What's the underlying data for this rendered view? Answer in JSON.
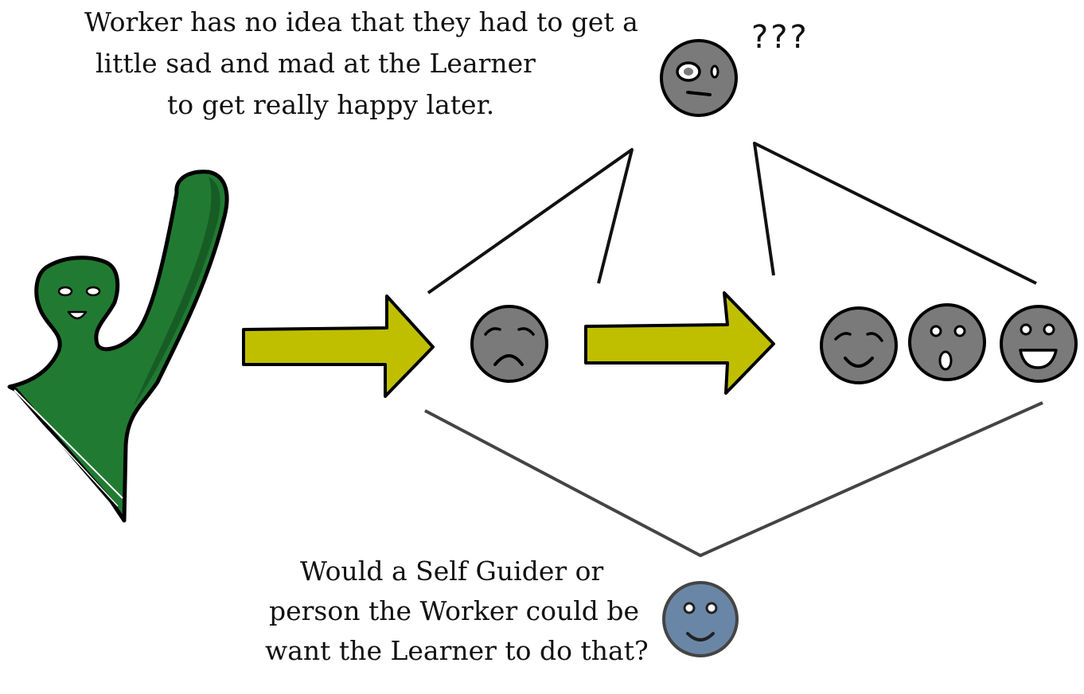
{
  "top_caption": {
    "line1": "Worker has no idea that they had to get a",
    "line2": "little sad and mad at the Learner",
    "line3": "to get really happy later."
  },
  "confused_face": {
    "label": "???",
    "icon": "confused-face-icon"
  },
  "bottom_caption": {
    "line1": "Would a Self Guider or",
    "line2": "person the Worker could be",
    "line3": "want the Learner to do that?"
  },
  "colors": {
    "figure_green": "#217a32",
    "arrow_yellow": "#bfbf00",
    "face_gray": "#7a7a7a",
    "guider_blue": "#6a86a6",
    "line_dark": "#111111"
  },
  "faces": [
    {
      "icon": "sad-face-icon"
    },
    {
      "icon": "content-face-icon"
    },
    {
      "icon": "surprised-face-icon"
    },
    {
      "icon": "grinning-face-icon"
    }
  ],
  "self_guider": {
    "icon": "smiling-blue-face-icon"
  }
}
